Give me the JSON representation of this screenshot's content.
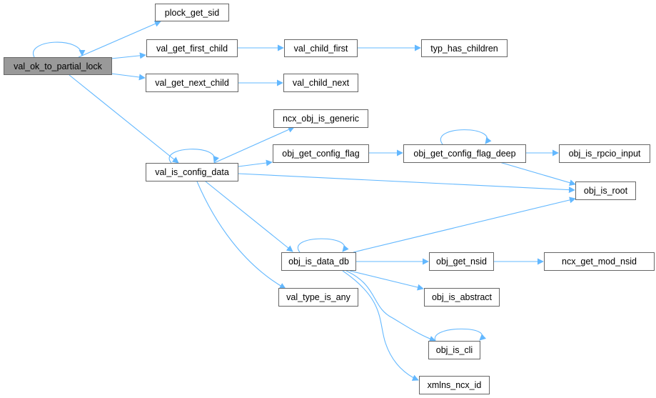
{
  "colors": {
    "edge": "#63b8ff",
    "root_fill": "#999999",
    "node_border": "#666666"
  },
  "nodes": {
    "root": "val_ok_to_partial_lock",
    "plock_get_sid": "plock_get_sid",
    "val_get_first_child": "val_get_first_child",
    "val_get_next_child": "val_get_next_child",
    "val_child_first": "val_child_first",
    "val_child_next": "val_child_next",
    "typ_has_children": "typ_has_children",
    "ncx_obj_is_generic": "ncx_obj_is_generic",
    "obj_get_config_flag": "obj_get_config_flag",
    "val_is_config_data": "val_is_config_data",
    "obj_get_config_flag_deep": "obj_get_config_flag_deep",
    "obj_is_rpcio_input": "obj_is_rpcio_input",
    "obj_is_root": "obj_is_root",
    "obj_is_data_db": "obj_is_data_db",
    "val_type_is_any": "val_type_is_any",
    "obj_get_nsid": "obj_get_nsid",
    "ncx_get_mod_nsid": "ncx_get_mod_nsid",
    "obj_is_abstract": "obj_is_abstract",
    "obj_is_cli": "obj_is_cli",
    "xmlns_ncx_id": "xmlns_ncx_id"
  }
}
